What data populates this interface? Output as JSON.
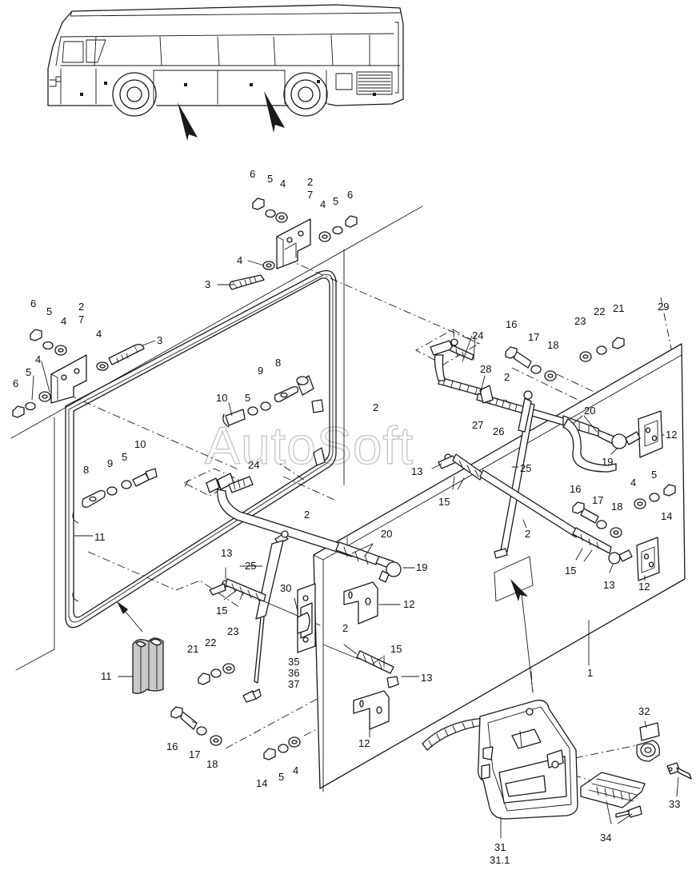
{
  "watermark": "AutoSoft",
  "labels": [
    {
      "id": "l-6-a",
      "text": "6"
    },
    {
      "id": "l-5-a",
      "text": "5"
    },
    {
      "id": "l-4-a",
      "text": "4"
    },
    {
      "id": "l-2-a",
      "text": "2"
    },
    {
      "id": "l-7-a",
      "text": "7"
    },
    {
      "id": "l-4-b",
      "text": "4"
    },
    {
      "id": "l-5-b",
      "text": "5"
    },
    {
      "id": "l-6-b",
      "text": "6"
    },
    {
      "id": "l-4-c",
      "text": "4"
    },
    {
      "id": "l-3-a",
      "text": "3"
    },
    {
      "id": "l-6-c",
      "text": "6"
    },
    {
      "id": "l-5-c",
      "text": "5"
    },
    {
      "id": "l-4-d",
      "text": "4"
    },
    {
      "id": "l-2-b",
      "text": "2"
    },
    {
      "id": "l-7-b",
      "text": "7"
    },
    {
      "id": "l-4-e",
      "text": "4"
    },
    {
      "id": "l-3-b",
      "text": "3"
    },
    {
      "id": "l-4-f",
      "text": "4"
    },
    {
      "id": "l-5-d",
      "text": "5"
    },
    {
      "id": "l-6-d",
      "text": "6"
    },
    {
      "id": "l-10-a",
      "text": "10"
    },
    {
      "id": "l-5-e",
      "text": "5"
    },
    {
      "id": "l-9-a",
      "text": "9"
    },
    {
      "id": "l-8-a",
      "text": "8"
    },
    {
      "id": "l-2-c",
      "text": "2"
    },
    {
      "id": "l-8-b",
      "text": "8"
    },
    {
      "id": "l-9-b",
      "text": "9"
    },
    {
      "id": "l-5-f",
      "text": "5"
    },
    {
      "id": "l-10-b",
      "text": "10"
    },
    {
      "id": "l-24-a",
      "text": "24"
    },
    {
      "id": "l-11-a",
      "text": "11"
    },
    {
      "id": "l-2-d",
      "text": "2"
    },
    {
      "id": "l-20-a",
      "text": "20"
    },
    {
      "id": "l-19-a",
      "text": "19"
    },
    {
      "id": "l-25-a",
      "text": "25"
    },
    {
      "id": "l-13-a",
      "text": "13"
    },
    {
      "id": "l-15-a",
      "text": "15"
    },
    {
      "id": "l-30",
      "text": "30"
    },
    {
      "id": "l-12-a",
      "text": "12"
    },
    {
      "id": "l-21-a",
      "text": "21"
    },
    {
      "id": "l-22-a",
      "text": "22"
    },
    {
      "id": "l-23-a",
      "text": "23"
    },
    {
      "id": "l-11-b",
      "text": "11"
    },
    {
      "id": "l-35",
      "text": "35"
    },
    {
      "id": "l-36",
      "text": "36"
    },
    {
      "id": "l-37",
      "text": "37"
    },
    {
      "id": "l-2-e",
      "text": "2"
    },
    {
      "id": "l-15-b",
      "text": "15"
    },
    {
      "id": "l-13-b",
      "text": "13"
    },
    {
      "id": "l-16-a",
      "text": "16"
    },
    {
      "id": "l-17-a",
      "text": "17"
    },
    {
      "id": "l-18-a",
      "text": "18"
    },
    {
      "id": "l-12-b",
      "text": "12"
    },
    {
      "id": "l-14-a",
      "text": "14"
    },
    {
      "id": "l-5-g",
      "text": "5"
    },
    {
      "id": "l-4-g",
      "text": "4"
    },
    {
      "id": "l-24-b",
      "text": "24"
    },
    {
      "id": "l-16-b",
      "text": "16"
    },
    {
      "id": "l-17-b",
      "text": "17"
    },
    {
      "id": "l-18-b",
      "text": "18"
    },
    {
      "id": "l-23-b",
      "text": "23"
    },
    {
      "id": "l-22-b",
      "text": "22"
    },
    {
      "id": "l-21-b",
      "text": "21"
    },
    {
      "id": "l-29",
      "text": "29"
    },
    {
      "id": "l-28",
      "text": "28"
    },
    {
      "id": "l-2-f",
      "text": "2"
    },
    {
      "id": "l-20-b",
      "text": "20"
    },
    {
      "id": "l-12-c",
      "text": "12"
    },
    {
      "id": "l-27",
      "text": "27"
    },
    {
      "id": "l-26",
      "text": "26"
    },
    {
      "id": "l-19-b",
      "text": "19"
    },
    {
      "id": "l-13-c",
      "text": "13"
    },
    {
      "id": "l-25-b",
      "text": "25"
    },
    {
      "id": "l-15-c",
      "text": "15"
    },
    {
      "id": "l-16-c",
      "text": "16"
    },
    {
      "id": "l-17-c",
      "text": "17"
    },
    {
      "id": "l-18-c",
      "text": "18"
    },
    {
      "id": "l-4-h",
      "text": "4"
    },
    {
      "id": "l-5-h",
      "text": "5"
    },
    {
      "id": "l-14-b",
      "text": "14"
    },
    {
      "id": "l-2-g",
      "text": "2"
    },
    {
      "id": "l-15-d",
      "text": "15"
    },
    {
      "id": "l-13-d",
      "text": "13"
    },
    {
      "id": "l-12-d",
      "text": "12"
    },
    {
      "id": "l-1",
      "text": "1"
    },
    {
      "id": "l-32",
      "text": "32"
    },
    {
      "id": "l-33",
      "text": "33"
    },
    {
      "id": "l-34",
      "text": "34"
    },
    {
      "id": "l-31",
      "text": "31"
    },
    {
      "id": "l-31-1",
      "text": "31.1"
    }
  ]
}
